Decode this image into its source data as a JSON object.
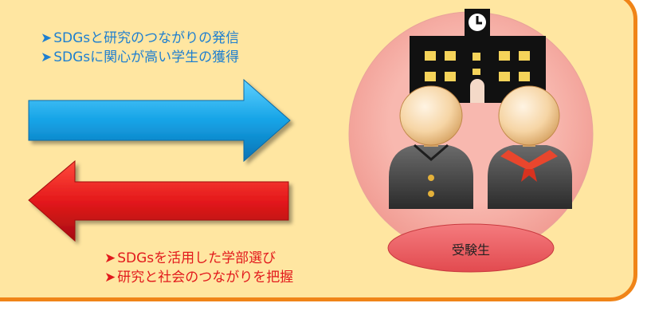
{
  "top_text": {
    "bullet": "➤",
    "lines": [
      "SDGsと研究のつながりの発信",
      "SDGsに関心が高い学生の獲得"
    ]
  },
  "bottom_text": {
    "bullet": "➤",
    "lines": [
      "SDGsを活用した学部選び",
      "研究と社会のつながりを把握"
    ]
  },
  "label": "受験生",
  "colors": {
    "panel_bg": "#ffe6a1",
    "panel_border": "#f08418",
    "arrow_right": "#1aa5e6",
    "arrow_left": "#e4191b",
    "circle": "#f7b6ad",
    "pill": "#ee5c60",
    "building": "#111111",
    "window": "#f5d35a"
  },
  "icons": [
    "school-building-icon",
    "clock-icon",
    "student-boy-icon",
    "student-girl-icon"
  ]
}
